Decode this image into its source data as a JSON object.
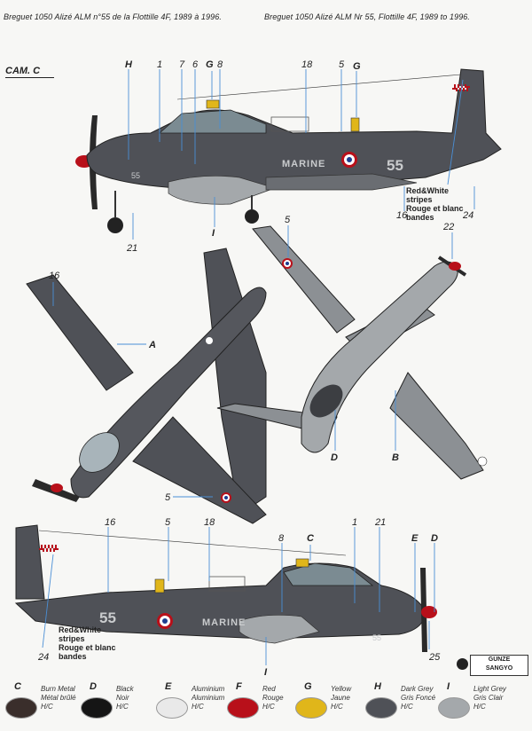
{
  "header": {
    "caption_fr": "Breguet 1050 Alizé ALM n°55 de la Flottille 4F, 1989 à 1996.",
    "caption_en": "Breguet 1050 Alizé ALM Nr 55, Flottille 4F, 1989 to 1996."
  },
  "camouflage_label": "CAM. C",
  "markings": {
    "side_marine": "MARINE",
    "side_number": "55",
    "nose_number": "55"
  },
  "notes": {
    "stripes_line1": "Red&White",
    "stripes_line2": "stripes",
    "stripes_line3": "Rouge et blanc",
    "stripes_line4": "bandes"
  },
  "callouts_top": {
    "h": "H",
    "n1": "1",
    "n7": "7",
    "n6": "6",
    "g1": "G",
    "n8": "8",
    "n18": "18",
    "n5": "5",
    "g2": "G",
    "i": "I",
    "n21": "21",
    "n16": "16",
    "n24": "24"
  },
  "callouts_middle": {
    "n16": "16",
    "a": "A",
    "n5a": "5",
    "n5b": "5",
    "n22": "22",
    "d": "D",
    "b": "B"
  },
  "callouts_bottom": {
    "n16": "16",
    "n5": "5",
    "n18": "18",
    "n8": "8",
    "c": "C",
    "n1": "1",
    "n21": "21",
    "e": "E",
    "d": "D",
    "n24": "24",
    "i": "I",
    "n25": "25"
  },
  "brand": {
    "line1": "GUNZE",
    "line2": "SANGYO"
  },
  "legend": [
    {
      "key": "C",
      "color": "#3a2e2b",
      "line1": "Burn Metal",
      "line2": "Métal brûlé",
      "line3": "H/C"
    },
    {
      "key": "D",
      "color": "#151515",
      "line1": "Black",
      "line2": "Noir",
      "line3": "H/C"
    },
    {
      "key": "E",
      "color": "#e9e9e9",
      "line1": "Aluminium",
      "line2": "Aluminium",
      "line3": "H/C"
    },
    {
      "key": "F",
      "color": "#b8101a",
      "line1": "Red",
      "line2": "Rouge",
      "line3": "H/C"
    },
    {
      "key": "G",
      "color": "#e0b61a",
      "line1": "Yellow",
      "line2": "Jaune",
      "line3": "H/C"
    },
    {
      "key": "H",
      "color": "#4f5157",
      "line1": "Dark Grey",
      "line2": "Gris Foncé",
      "line3": "H/C"
    },
    {
      "key": "I",
      "color": "#a4a8ab",
      "line1": "Light Grey",
      "line2": "Gris Clair",
      "line3": "H/C"
    }
  ],
  "colors": {
    "dark_grey": "#4f5157",
    "light_grey": "#a4a8ab",
    "leader_blue": "#4a8fd6",
    "yellow": "#e0b61a",
    "red": "#b8101a",
    "roundel_blue": "#1d3d8f"
  }
}
